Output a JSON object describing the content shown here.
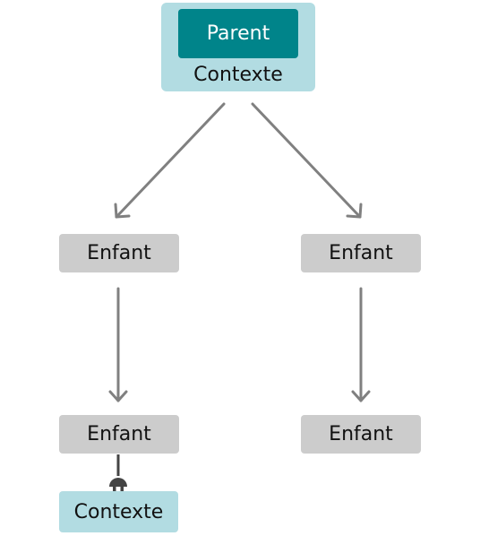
{
  "colors": {
    "context_bg": "#b2dce2",
    "parent_bg": "#00848a",
    "child_bg": "#cccccc",
    "arrow": "#808080",
    "plug": "#444444"
  },
  "parent": {
    "label": "Parent",
    "context_label": "Contexte"
  },
  "children": [
    {
      "label": "Enfant"
    },
    {
      "label": "Enfant"
    },
    {
      "label": "Enfant"
    },
    {
      "label": "Enfant"
    }
  ],
  "consumer_context": {
    "label": "Contexte"
  }
}
